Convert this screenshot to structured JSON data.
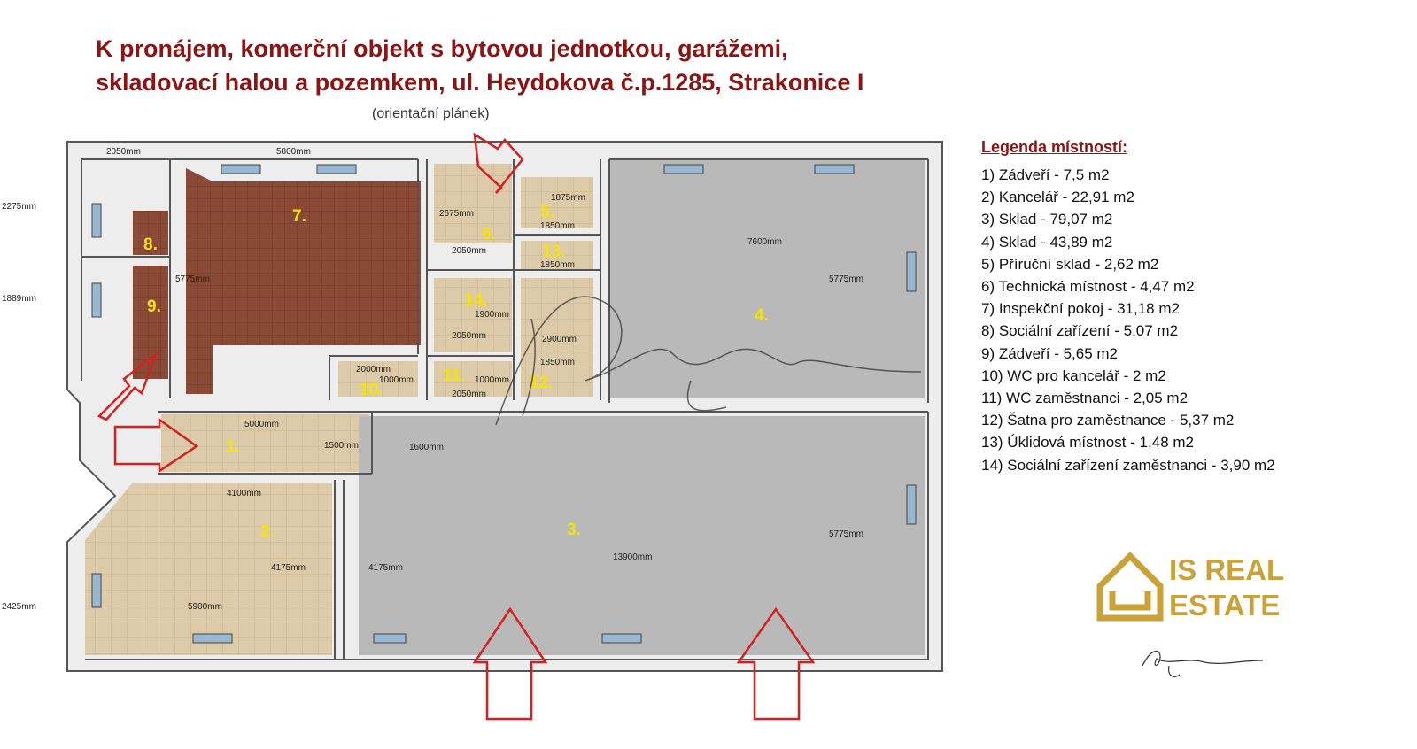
{
  "title_line1": "K pronájem, komerční objekt s bytovou jednotkou, garážemi,",
  "title_line2": "skladovací halou a pozemkem, ul. Heydokova č.p.1285, Strakonice I",
  "subtitle": "(orientační plánek)",
  "legend": {
    "title": "Legenda místností:",
    "items": [
      "1) Zádveří - 7,5 m2",
      "2) Kancelář - 22,91 m2",
      "3) Sklad - 79,07 m2",
      "4) Sklad - 43,89 m2",
      "5) Příruční sklad - 2,62 m2",
      "6) Technická místnost - 4,47 m2",
      "7) Inspekční pokoj - 31,18 m2",
      "8) Sociální zařízení - 5,07 m2",
      "9) Zádveří - 5,65 m2",
      "10) WC pro kancelář - 2 m2",
      "11) WC zaměstnanci - 2,05 m2",
      "12) Šatna pro zaměstnance - 5,37 m2",
      "13) Úklidová místnost - 1,48 m2",
      "14) Sociální zařízení zaměstnanci - 3,90 m2"
    ]
  },
  "room_numbers": [
    "1.",
    "2.",
    "3.",
    "4.",
    "5.",
    "6.",
    "7.",
    "8.",
    "9.",
    "10.",
    "11.",
    "12.",
    "13.",
    "14."
  ],
  "dimensions": [
    "2050mm",
    "5800mm",
    "2275mm",
    "1889mm",
    "2425mm",
    "5775mm",
    "2675mm",
    "1875mm",
    "1850mm",
    "2050mm",
    "1850mm",
    "7600mm",
    "5775mm",
    "1900mm",
    "2050mm",
    "2900mm",
    "1850mm",
    "2000mm",
    "1000mm",
    "1000mm",
    "2050mm",
    "5000mm",
    "1500mm",
    "1600mm",
    "4100mm",
    "4175mm",
    "4175mm",
    "13900mm",
    "5775mm",
    "5900mm"
  ],
  "logo": {
    "line1": "IS REAL",
    "line2": "ESTATE"
  },
  "colors": {
    "title": "#8b1414",
    "room_label": "#f5e600",
    "arrow": "#d42020",
    "logo_gold": "#c9a23a",
    "tile_brown": "#8a4a35",
    "floor_grey": "#b8b8b8",
    "floor_beige": "#d9c7a6"
  }
}
